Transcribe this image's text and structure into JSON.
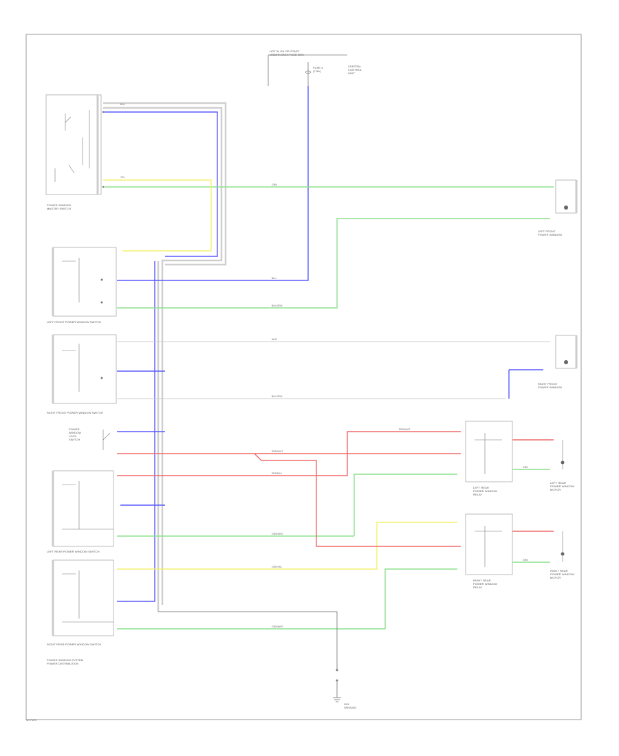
{
  "colors": {
    "blue": "#5a5aff",
    "green": "#8ee08e",
    "yellow": "#f4f070",
    "red": "#f06a6a",
    "black": "#555555",
    "gray": "#cfcfcf",
    "frame": "#9a9a9a"
  },
  "labels": {
    "top_source": "HOT IN ON OR START\nUNDER-DASH FUSE BOX",
    "top_fuse": "FUSE 4\n(7.5A)",
    "top_note": "CENTRAL\nCONTROL\nUNIT",
    "master_switch": "POWER WINDOW\nMASTER SWITCH",
    "lf_switch": "LEFT FRONT POWER WINDOW SWITCH",
    "rf_switch": "RIGHT FRONT POWER WINDOW SWITCH",
    "lock_switch": "POWER\nWINDOW\nLOCK\nSWITCH",
    "lr_switch": "LEFT REAR POWER WINDOW SWITCH",
    "rr_switch": "RIGHT REAR POWER WINDOW SWITCH",
    "lf_motor": "LEFT FRONT\nPOWER WINDOW",
    "rf_motor": "RIGHT FRONT\nPOWER WINDOW",
    "lr_motor": "LEFT REAR\nPOWER WINDOW\nMOTOR",
    "rr_motor": "RIGHT REAR\nPOWER WINDOW\nMOTOR",
    "lr_relay": "LEFT REAR\nPOWER WINDOW\nRELAY",
    "rr_relay": "RIGHT REAR\nPOWER WINDOW\nRELAY",
    "ground": "G01\nGROUND",
    "bottom_note": "POWER WINDOW SYSTEM\nPOWER DISTRIBUTION",
    "footer": "W/ PWR"
  },
  "wire_labels": {
    "blu": "BLU",
    "grn": "GRN",
    "yel": "YEL",
    "wht": "WHT",
    "blk_grn": "BLK/GRN",
    "red_wht": "RED/WHT",
    "red_blk": "RED/BLK",
    "grn_wht": "GRN/WHT",
    "grn_yel": "GRN/YEL"
  }
}
